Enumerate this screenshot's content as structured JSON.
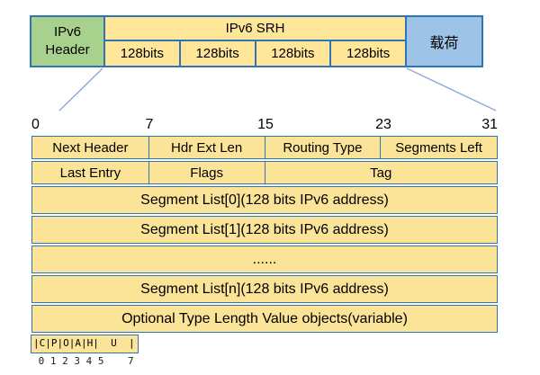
{
  "top_bar": {
    "ipv6_header_label": "IPv6 Header",
    "srh_title": "IPv6 SRH",
    "srh_cells": [
      "128bits",
      "128bits",
      "128bits",
      "128bits"
    ],
    "payload_label": "载荷"
  },
  "ruler": {
    "ticks": [
      "0",
      "7",
      "15",
      "23",
      "31"
    ]
  },
  "table": {
    "row1": [
      "Next Header",
      "Hdr Ext Len",
      "Routing Type",
      "Segments Left"
    ],
    "row2": [
      "Last Entry",
      "Flags",
      "Tag"
    ],
    "full_rows": [
      "Segment List[0](128 bits IPv6 address)",
      "Segment List[1](128 bits IPv6 address)",
      "......",
      "Segment List[n](128 bits IPv6 address)",
      "Optional Type Length Value objects(variable)"
    ]
  },
  "flags": {
    "box_text": "|C|P|O|A|H|  U  |",
    "bit_numbers": " 0 1 2 3 4 5    7"
  },
  "colors": {
    "green": "#A9D18E",
    "yellow_top": "#FFE699",
    "yellow_table": "#FBE498",
    "blue_payload": "#9DC3E6",
    "border": "#2E75B6",
    "connector": "#8FAADC",
    "text": "#000000"
  }
}
